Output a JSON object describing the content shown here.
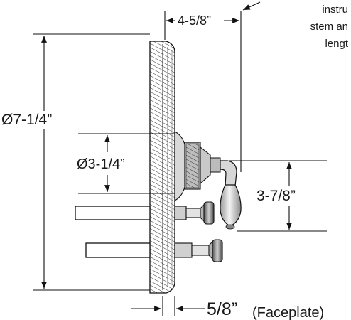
{
  "dimensions": {
    "depth": "4-5/8”",
    "overall_diameter": "Ø7-1/4”",
    "escutcheon_diameter": "Ø3-1/4”",
    "handle_drop": "3-7/8”",
    "faceplate_value": "5/8”",
    "faceplate_label": "(Faceplate)"
  },
  "note_lines": [
    "instru",
    "stem an",
    "lengt"
  ]
}
